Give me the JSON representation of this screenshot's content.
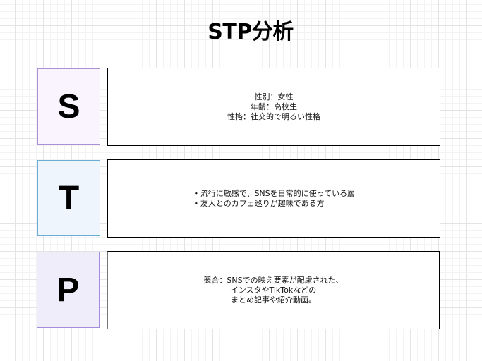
{
  "title": "STP分析",
  "rows": [
    {
      "letter": "S",
      "fill": "#f9f4fd",
      "border": "#a991d4",
      "lines": [
        "性別：女性",
        "年齢：高校生",
        "性格：社交的で明るい性格"
      ],
      "align": "center"
    },
    {
      "letter": "T",
      "fill": "#eef5fc",
      "border": "#6aaed6",
      "lines": [
        "・流行に敏感で、SNSを日常的に使っている層",
        "・友人とのカフェ巡りが趣味である方"
      ],
      "align": "left"
    },
    {
      "letter": "P",
      "fill": "#eeedf9",
      "border": "#a58ddb",
      "lines": [
        "競合：SNSでの映え要素が配慮された、",
        "インスタやTikTokなどの",
        "まとめ記事や紹介動画。"
      ],
      "align": "center"
    }
  ]
}
